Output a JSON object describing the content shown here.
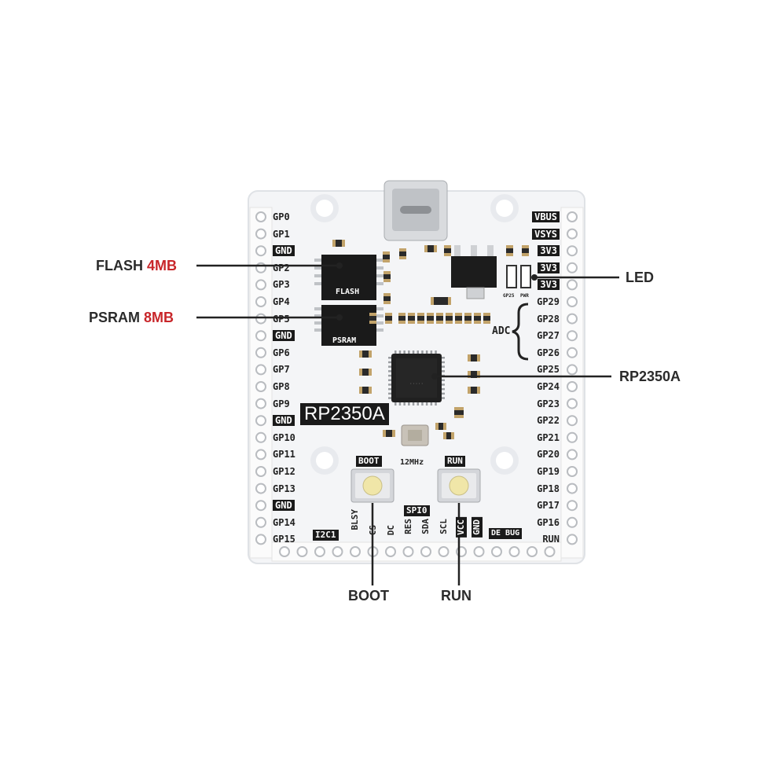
{
  "board": {
    "name": "RP2350A",
    "chip_silk": "RP2350A",
    "crystal": "12MHz",
    "flash_chip": "FLASH",
    "psram_chip": "PSRAM",
    "adc": "ADC",
    "boot_silk": "BOOT",
    "run_silk": "RUN",
    "led_gp25": "GP25",
    "led_pwr": "PWR"
  },
  "left_pins": [
    "GP0",
    "GP1",
    "GND",
    "GP2",
    "GP3",
    "GP4",
    "GP5",
    "GND",
    "GP6",
    "GP7",
    "GP8",
    "GP9",
    "GND",
    "GP10",
    "GP11",
    "GP12",
    "GP13",
    "GND",
    "GP14",
    "GP15"
  ],
  "right_pins": [
    "VBUS",
    "VSYS",
    "3V3",
    "3V3",
    "3V3",
    "GP29",
    "GP28",
    "GP27",
    "GP26",
    "GP25",
    "GP24",
    "GP23",
    "GP22",
    "GP21",
    "GP20",
    "GP19",
    "GP18",
    "GP17",
    "GP16",
    "RUN"
  ],
  "bottom_labels": {
    "i2c": "I2C1",
    "spi": "SPI0",
    "debug": "DE BUG",
    "blsy": "BLSY",
    "cs": "CS",
    "dc": "DC",
    "res": "RES",
    "sda": "SDA",
    "scl": "SCL",
    "vcc": "VCC",
    "gnd": "GND"
  },
  "callouts": {
    "flash": {
      "label": "FLASH",
      "size": "4MB"
    },
    "psram": {
      "label": "PSRAM",
      "size": "8MB"
    },
    "led": "LED",
    "chip": "RP2350A",
    "boot": "BOOT",
    "run": "RUN"
  },
  "colors": {
    "pcb": "#f4f5f7",
    "silkscreen": "#1a1a1a",
    "accent_red": "#c8262a",
    "button_cap": "#f0e6a8"
  }
}
